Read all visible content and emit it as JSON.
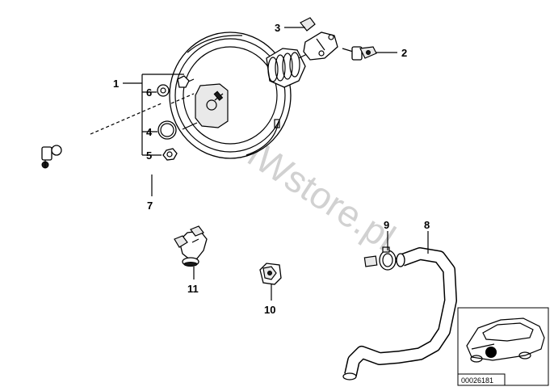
{
  "callouts": {
    "c1": "1",
    "c2": "2",
    "c3": "3",
    "c4": "4",
    "c5": "5",
    "c6": "6",
    "c7": "7",
    "c8": "8",
    "c9": "9",
    "c10": "10",
    "c11": "11"
  },
  "watermark": "BMWstore.pl",
  "diagram_code": "00026181"
}
